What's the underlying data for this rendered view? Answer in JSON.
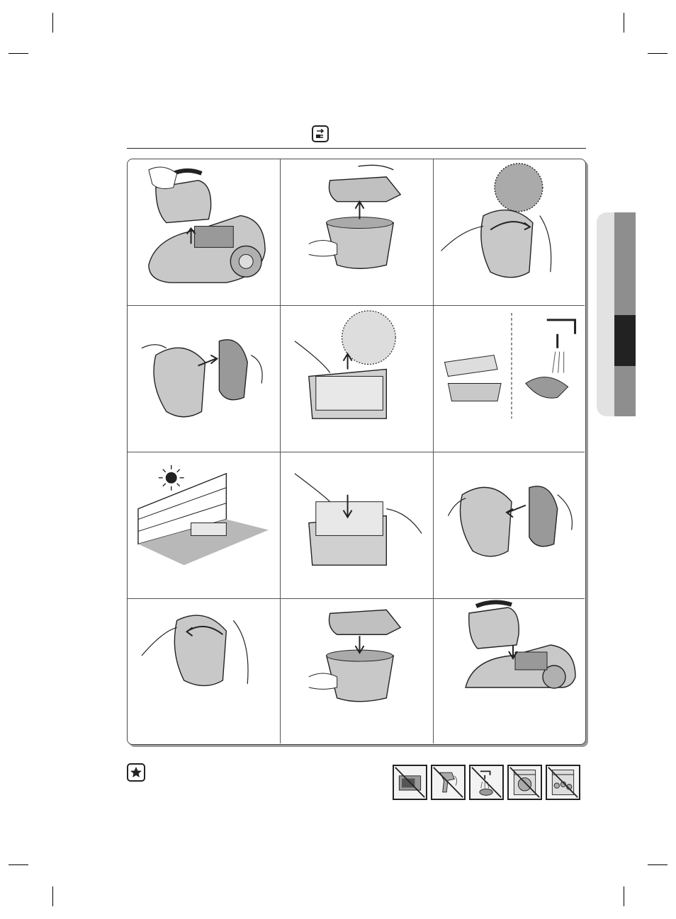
{
  "icons": {
    "header": "unplug-icon",
    "note": "star-note-icon",
    "warnings": [
      "no-microwave-icon",
      "no-hair-dryer-icon",
      "no-washing-icon",
      "no-washing-machine-icon",
      "no-dishwasher-icon"
    ]
  },
  "steps": [
    {
      "id": 1,
      "illustration": "lift-dust-bin-icon"
    },
    {
      "id": 2,
      "illustration": "open-dust-bin-cover-icon"
    },
    {
      "id": 3,
      "illustration": "unlock-filter-cover-icon"
    },
    {
      "id": 4,
      "illustration": "remove-filter-cover-icon"
    },
    {
      "id": 5,
      "illustration": "pull-out-sponge-filter-icon"
    },
    {
      "id": 6,
      "illustration": "empty-and-wash-filter-icon"
    },
    {
      "id": 7,
      "illustration": "dry-filter-in-shade-icon"
    },
    {
      "id": 8,
      "illustration": "insert-sponge-filter-icon"
    },
    {
      "id": 9,
      "illustration": "reattach-filter-cover-icon"
    },
    {
      "id": 10,
      "illustration": "lock-filter-cover-icon"
    },
    {
      "id": 11,
      "illustration": "close-dust-bin-cover-icon"
    },
    {
      "id": 12,
      "illustration": "reinsert-dust-bin-icon"
    }
  ],
  "colors": {
    "line": "#222222",
    "body_fill": "#c8c8c8",
    "tab_light": "#c9c9c9",
    "tab_mid": "#8e8e8e",
    "tab_dark": "#222222"
  }
}
